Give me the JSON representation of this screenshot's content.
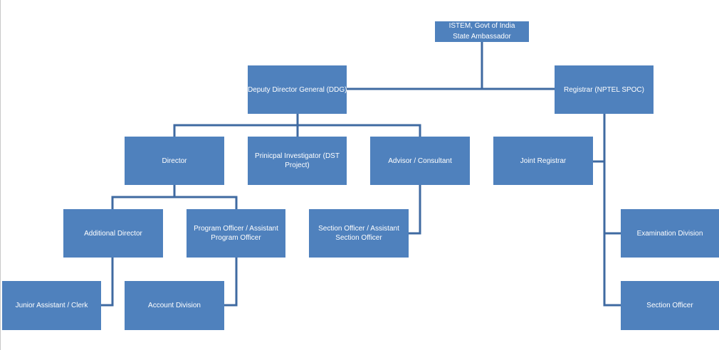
{
  "org_chart": {
    "nodes": {
      "istem": "ISTEM, Govt of India\nState Ambassador",
      "ddg": "Deputy Director General (DDG)",
      "registrar": "Registrar (NPTEL SPOC)",
      "director": "Director",
      "principal_investigator": "Prinicpal Investigator (DST\nProject)",
      "advisor": "Advisor / Consultant",
      "joint_registrar": "Joint Registrar",
      "additional_director": "Additional Director",
      "program_officer": "Program Officer / Assistant\nProgram Officer",
      "section_officer_assistant": "Section Officer / Assistant\nSection Officer",
      "examination_division": "Examination Division",
      "junior_assistant": "Junior Assistant / Clerk",
      "account_division": "Account  Division",
      "section_officer": "Section Officer"
    },
    "hierarchy": [
      {
        "parent": "istem",
        "children": [
          "ddg",
          "registrar"
        ]
      },
      {
        "parent": "ddg",
        "children": [
          "director",
          "principal_investigator",
          "advisor"
        ]
      },
      {
        "parent": "registrar",
        "children": [
          "joint_registrar",
          "examination_division",
          "section_officer"
        ]
      },
      {
        "parent": "director",
        "children": [
          "additional_director",
          "program_officer"
        ]
      },
      {
        "parent": "advisor",
        "children": [
          "section_officer_assistant"
        ]
      },
      {
        "parent": "additional_director",
        "children": [
          "junior_assistant"
        ]
      },
      {
        "parent": "program_officer",
        "children": [
          "account_division"
        ]
      }
    ],
    "colors": {
      "box_fill": "#4f81bd",
      "box_text": "#ffffff",
      "connector": "#3f6aa1"
    }
  }
}
